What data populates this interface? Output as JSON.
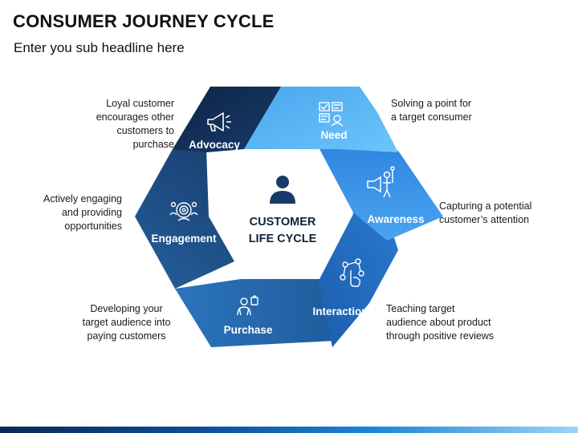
{
  "header": {
    "title": "CONSUMER JOURNEY CYCLE",
    "subtitle": "Enter you sub headline here"
  },
  "center": {
    "line1": "CUSTOMER",
    "line2": "LIFE CYCLE",
    "icon": "user-icon"
  },
  "stages": [
    {
      "label": "Need",
      "icon": "checklist-icon",
      "description": [
        "Solving a point for",
        "a target consumer"
      ]
    },
    {
      "label": "Awareness",
      "icon": "megaphone-person-icon",
      "description": [
        "Capturing a potential",
        "customer’s attention"
      ]
    },
    {
      "label": "Interaction",
      "icon": "touch-network-icon",
      "description": [
        "Teaching target",
        "audience about product",
        "through positive reviews"
      ]
    },
    {
      "label": "Purchase",
      "icon": "shopping-icon",
      "description": [
        "Developing your",
        "target audience into",
        "paying customers"
      ]
    },
    {
      "label": "Engagement",
      "icon": "target-group-icon",
      "description": [
        "Actively engaging",
        "and providing",
        "opportunities"
      ]
    },
    {
      "label": "Advocacy",
      "icon": "megaphone-icon",
      "description": [
        "Loyal customer",
        "encourages other",
        "customers to purchase"
      ]
    }
  ],
  "colors": {
    "need": "#5fb8f6",
    "awareness": "#3b93e8",
    "interaction": "#2a72c4",
    "purchase": "#1f5f9e",
    "engagement": "#1b4a80",
    "advocacy": "#10294d"
  }
}
